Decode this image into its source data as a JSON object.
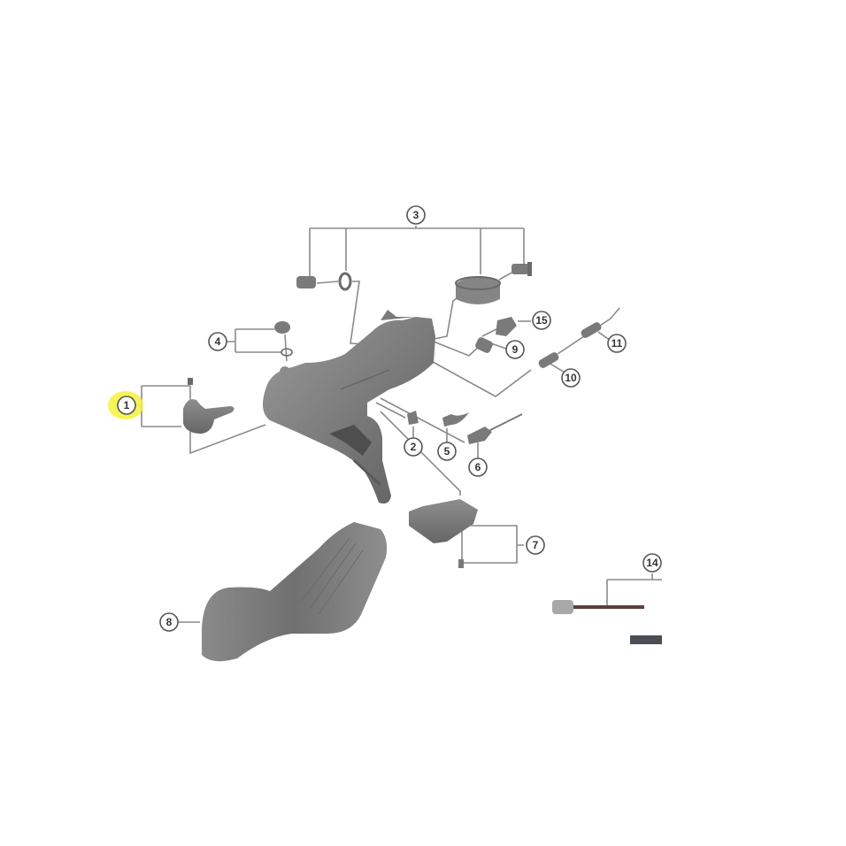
{
  "diagram": {
    "type": "exploded-parts-diagram",
    "subject": "shift/brake lever assembly",
    "highlighted_callout": "1",
    "colors": {
      "background": "#ffffff",
      "part_gray": "#7a7a7a",
      "leader_line": "#8a8a8a",
      "callout_border": "#555555",
      "highlight": "#f5f23a",
      "cable_brown": "#5a3f3a"
    },
    "callouts": [
      {
        "id": "1",
        "label": "1",
        "part": "lever cap / bracket cover with fixing screw",
        "highlighted": true
      },
      {
        "id": "2",
        "label": "2",
        "part": "small block piece"
      },
      {
        "id": "3",
        "label": "3",
        "part": "bracket fixing hardware set (bolt, washer, band clamp, nut)"
      },
      {
        "id": "4",
        "label": "4",
        "part": "top cap with O-ring"
      },
      {
        "id": "5",
        "label": "5",
        "part": "small lever piece"
      },
      {
        "id": "6",
        "label": "6",
        "part": "lever with spring"
      },
      {
        "id": "7",
        "label": "7",
        "part": "bottom cover with screw"
      },
      {
        "id": "8",
        "label": "8",
        "part": "bracket cover (hood)"
      },
      {
        "id": "9",
        "label": "9",
        "part": "spacer / bushing"
      },
      {
        "id": "10",
        "label": "10",
        "part": "cable end sleeve"
      },
      {
        "id": "11",
        "label": "11",
        "part": "cable end sleeve"
      },
      {
        "id": "14",
        "label": "14",
        "part": "inner cable with adjuster"
      },
      {
        "id": "15",
        "label": "15",
        "part": "adjusting bolt"
      }
    ]
  }
}
